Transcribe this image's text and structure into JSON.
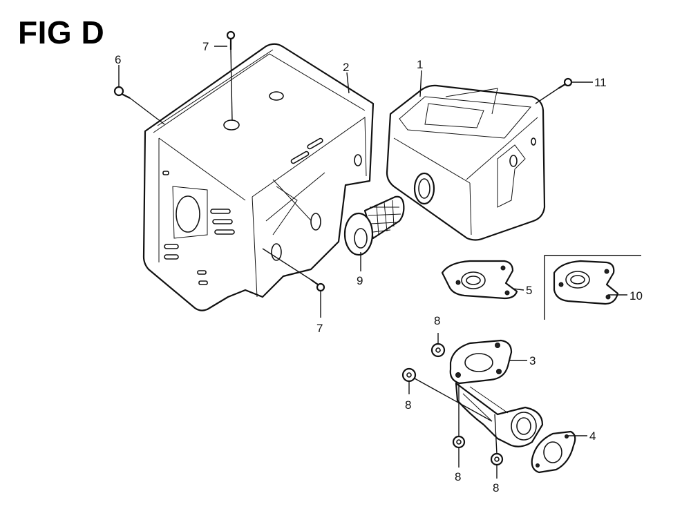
{
  "figure": {
    "title": "FIG D"
  },
  "callouts": {
    "c1": "1",
    "c2": "2",
    "c3": "3",
    "c4": "4",
    "c5": "5",
    "c6": "6",
    "c7a": "7",
    "c7b": "7",
    "c8a": "8",
    "c8b": "8",
    "c8c": "8",
    "c8d": "8",
    "c9": "9",
    "c10": "10",
    "c11": "11"
  }
}
